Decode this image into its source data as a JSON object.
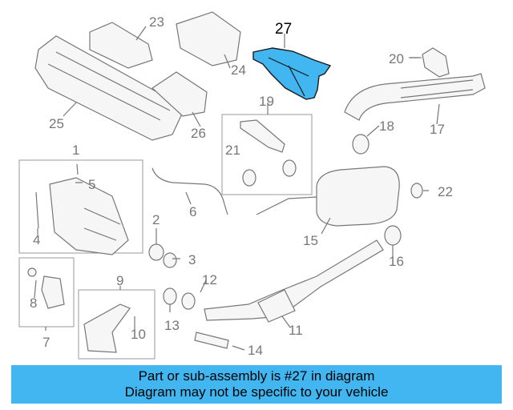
{
  "highlighted_part": "27",
  "colors": {
    "highlight": "#41b6f0",
    "outline": "#777777",
    "banner": "#41b6f0"
  },
  "callouts": [
    "1",
    "2",
    "3",
    "4",
    "5",
    "6",
    "7",
    "8",
    "9",
    "10",
    "11",
    "12",
    "13",
    "14",
    "15",
    "16",
    "17",
    "18",
    "19",
    "20",
    "21",
    "22",
    "23",
    "24",
    "25",
    "26",
    "27"
  ],
  "banner": {
    "line1": "Part or sub-assembly is #27 in diagram",
    "line2": "Diagram may not be specific to your vehicle"
  }
}
